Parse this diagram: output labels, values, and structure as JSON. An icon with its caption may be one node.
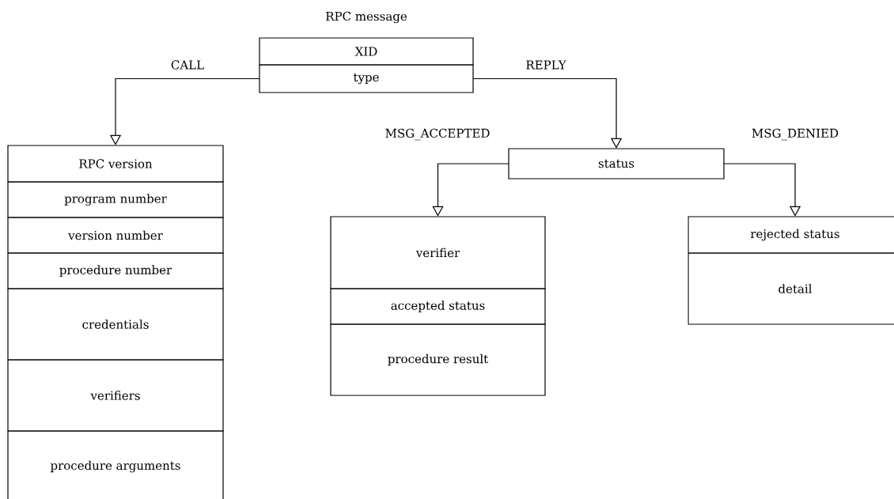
{
  "diagram": {
    "title": "RPC message",
    "nodes": [
      {
        "text": [
          "XID"
        ]
      },
      {
        "text": [
          "type"
        ]
      },
      {
        "text": [
          "RPC version"
        ]
      },
      {
        "text": [
          "program number"
        ]
      },
      {
        "text": [
          "version number"
        ]
      },
      {
        "text": [
          "procedure number"
        ]
      },
      {
        "text": [
          "credentials"
        ]
      },
      {
        "text": [
          "verifiers"
        ]
      },
      {
        "text": [
          "procedure arguments"
        ]
      },
      {
        "text": [
          "status"
        ]
      },
      {
        "text": [
          "verifier"
        ]
      },
      {
        "text": [
          "accepted status"
        ]
      },
      {
        "text": [
          "procedure result"
        ]
      },
      {
        "text": [
          "rejected status"
        ]
      },
      {
        "text": [
          "detail"
        ]
      }
    ],
    "edges": [
      {
        "from": 1,
        "to": 2,
        "arrow": "to",
        "label": "CALL"
      },
      {
        "from": 1,
        "to": 9,
        "arrow": "to",
        "label": "REPLY"
      },
      {
        "from": 9,
        "to": 10,
        "arrow": "to",
        "label": "MSG_ACCEPTED"
      },
      {
        "from": 9,
        "to": 13,
        "arrow": "to",
        "label": "MSG_DENIED"
      }
    ]
  }
}
